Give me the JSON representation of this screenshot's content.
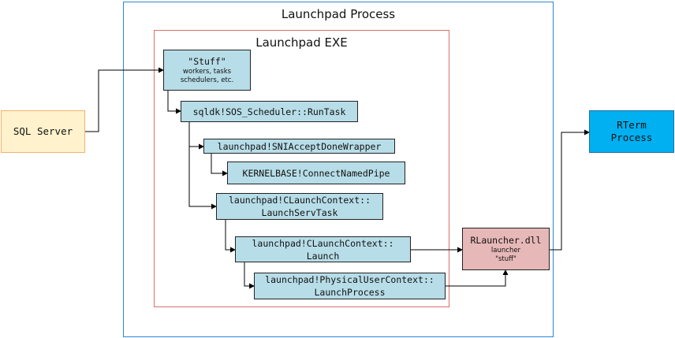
{
  "containers": {
    "outer_title": "Launchpad Process",
    "inner_title": "Launchpad EXE"
  },
  "nodes": {
    "sql_server": "SQL Server",
    "stuff_title": "\"Stuff\"",
    "stuff_line1": "workers, tasks",
    "stuff_line2": "schedulers, etc.",
    "runtask": "sqldk!SOS_Scheduler::RunTask",
    "sni_accept": "launchpad!SNIAcceptDoneWrapper",
    "connect_pipe": "KERNELBASE!ConnectNamedPipe",
    "launchserv_1": "launchpad!CLaunchContext::",
    "launchserv_2": "LaunchServTask",
    "launch_1": "launchpad!CLaunchContext::",
    "launch_2": "Launch",
    "physical_1": "launchpad!PhysicalUserContext::",
    "physical_2": "LaunchProcess",
    "rlauncher_title": "RLauncher.dll",
    "rlauncher_line1": "launcher",
    "rlauncher_line2": "\"stuff\"",
    "rterm_1": "RTerm",
    "rterm_2": "Process"
  },
  "colors": {
    "sql_server_fill": "#fff2cc",
    "sql_server_border": "#f4b26c",
    "call_box_fill": "#b7dde8",
    "rlauncher_fill": "#e6b8b7",
    "rterm_fill": "#00b0f0",
    "outer_border": "#2e86d1",
    "inner_border": "#d9706a"
  }
}
